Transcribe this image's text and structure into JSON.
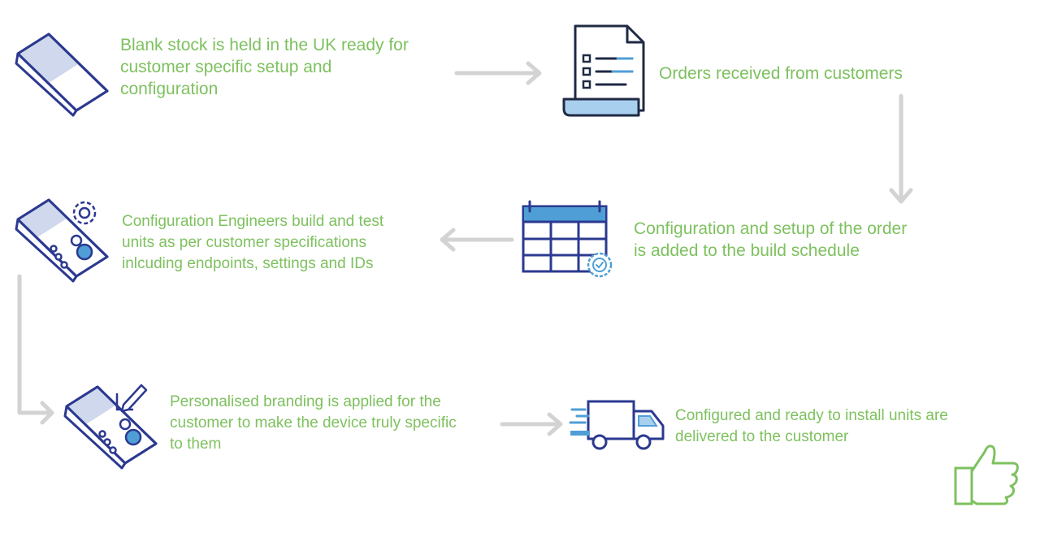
{
  "steps": {
    "blank_stock": {
      "lines": [
        "Blank stock is held in the UK ready for",
        "customer specific setup and",
        "configuration"
      ]
    },
    "orders": {
      "lines": [
        "Orders received from customers"
      ]
    },
    "schedule": {
      "lines": [
        "Configuration and setup of the order",
        "is added to the build schedule"
      ]
    },
    "engineers": {
      "lines": [
        "Configuration Engineers build and test",
        "units as per customer specifications",
        "inlcuding endpoints, settings and IDs"
      ]
    },
    "branding": {
      "lines": [
        "Personalised branding is applied for the",
        "customer to make the device truly specific",
        "to them"
      ]
    },
    "delivered": {
      "lines": [
        "Configured and ready to install units are",
        "delivered to the customer"
      ]
    }
  },
  "icons": [
    "blank-terminal",
    "order-document",
    "schedule-calendar",
    "config-terminal-gear",
    "branding-terminal-pencil",
    "delivery-truck",
    "thumbs-up"
  ],
  "colors": {
    "text_green": "#7ec15f",
    "icon_navy": "#2b3990",
    "icon_blue": "#4f9fd6",
    "arrow_gray": "#d3d3d3",
    "thumb_green": "#7ec15f"
  }
}
